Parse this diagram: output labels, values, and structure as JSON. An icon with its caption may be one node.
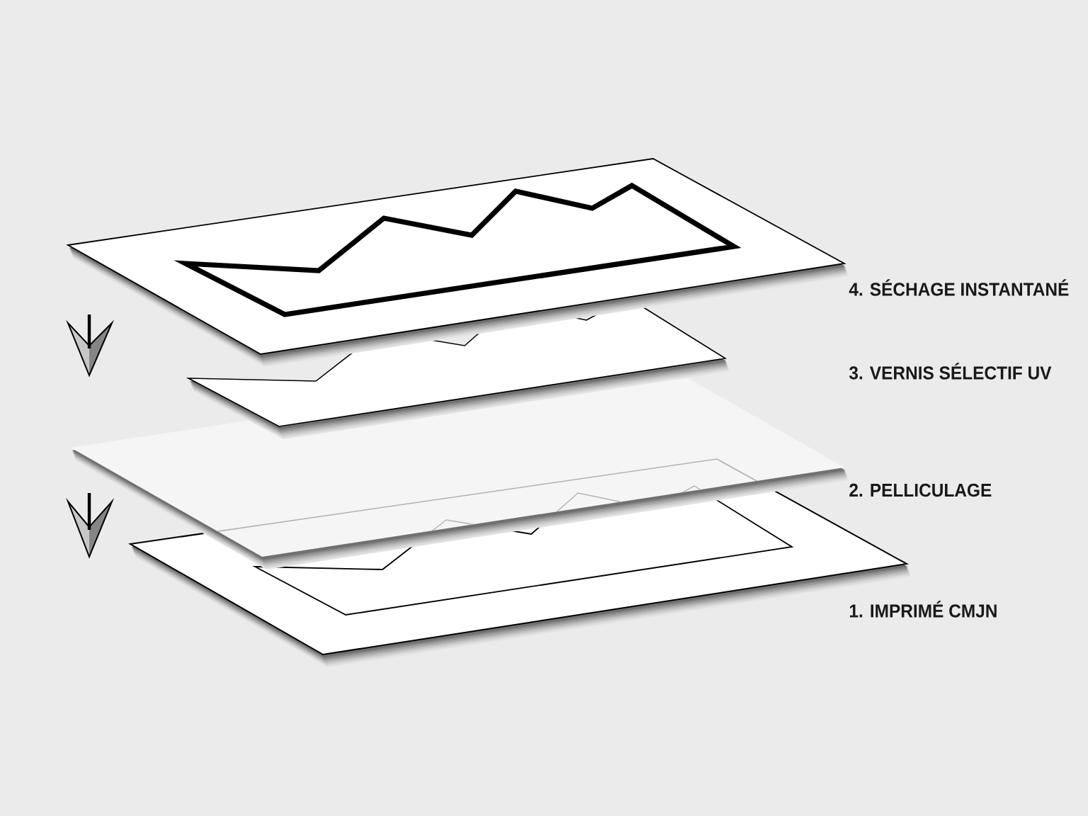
{
  "diagram": {
    "labels": [
      "4. SÉCHAGE INSTANTANÉ",
      "3. VERNIS SÉLECTIF UV",
      "2. PELLICULAGE",
      "1. IMPRIMÉ CMJN"
    ]
  }
}
